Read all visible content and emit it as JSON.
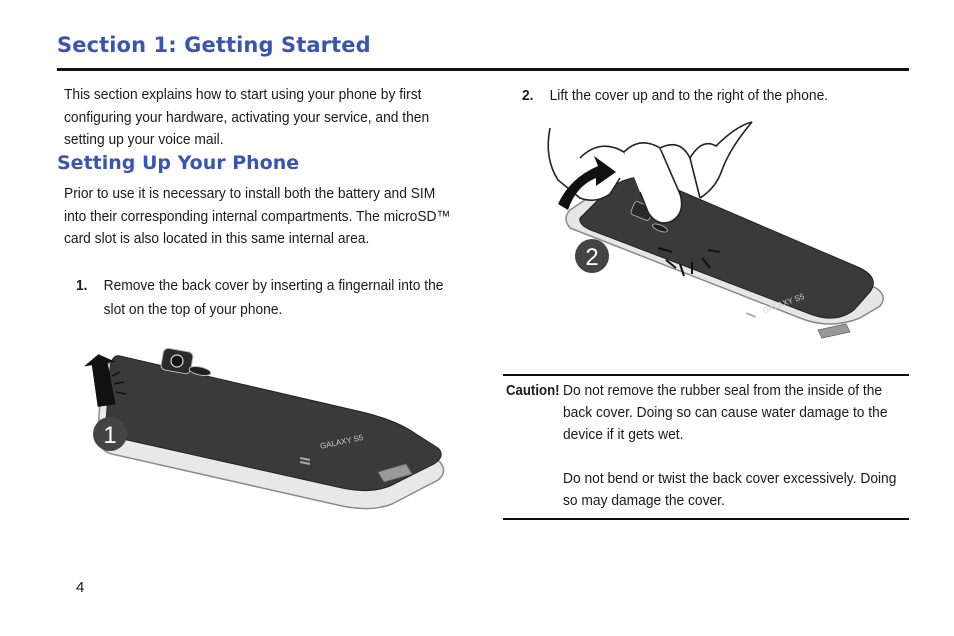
{
  "header": {
    "section_title": "Section 1: Getting Started"
  },
  "intro": {
    "text": "This section explains how to start using your phone by first configuring your hardware, activating your service, and then setting up your voice mail."
  },
  "setup": {
    "title": "Setting Up Your Phone",
    "text": "Prior to use it is necessary to install both the battery and SIM into their corresponding internal compartments. The microSD™ card slot is also located in this same internal area."
  },
  "steps": [
    {
      "number": "1.",
      "text": "Remove the back cover by inserting a fingernail into the slot on the top of your phone."
    },
    {
      "number": "2.",
      "text": "Lift the cover up and to the right of the phone."
    }
  ],
  "figures": {
    "fig1_badge": "1",
    "fig2_badge": "2",
    "brand": "GALAXY S5"
  },
  "caution": {
    "label": "Caution!",
    "paragraphs": [
      "Do not remove the rubber seal from the inside of the back cover. Doing so can cause water damage to the device if it gets wet.",
      "Do not bend or twist the back cover excessively. Doing so may damage the cover."
    ]
  },
  "footer": {
    "page_number": "4"
  }
}
